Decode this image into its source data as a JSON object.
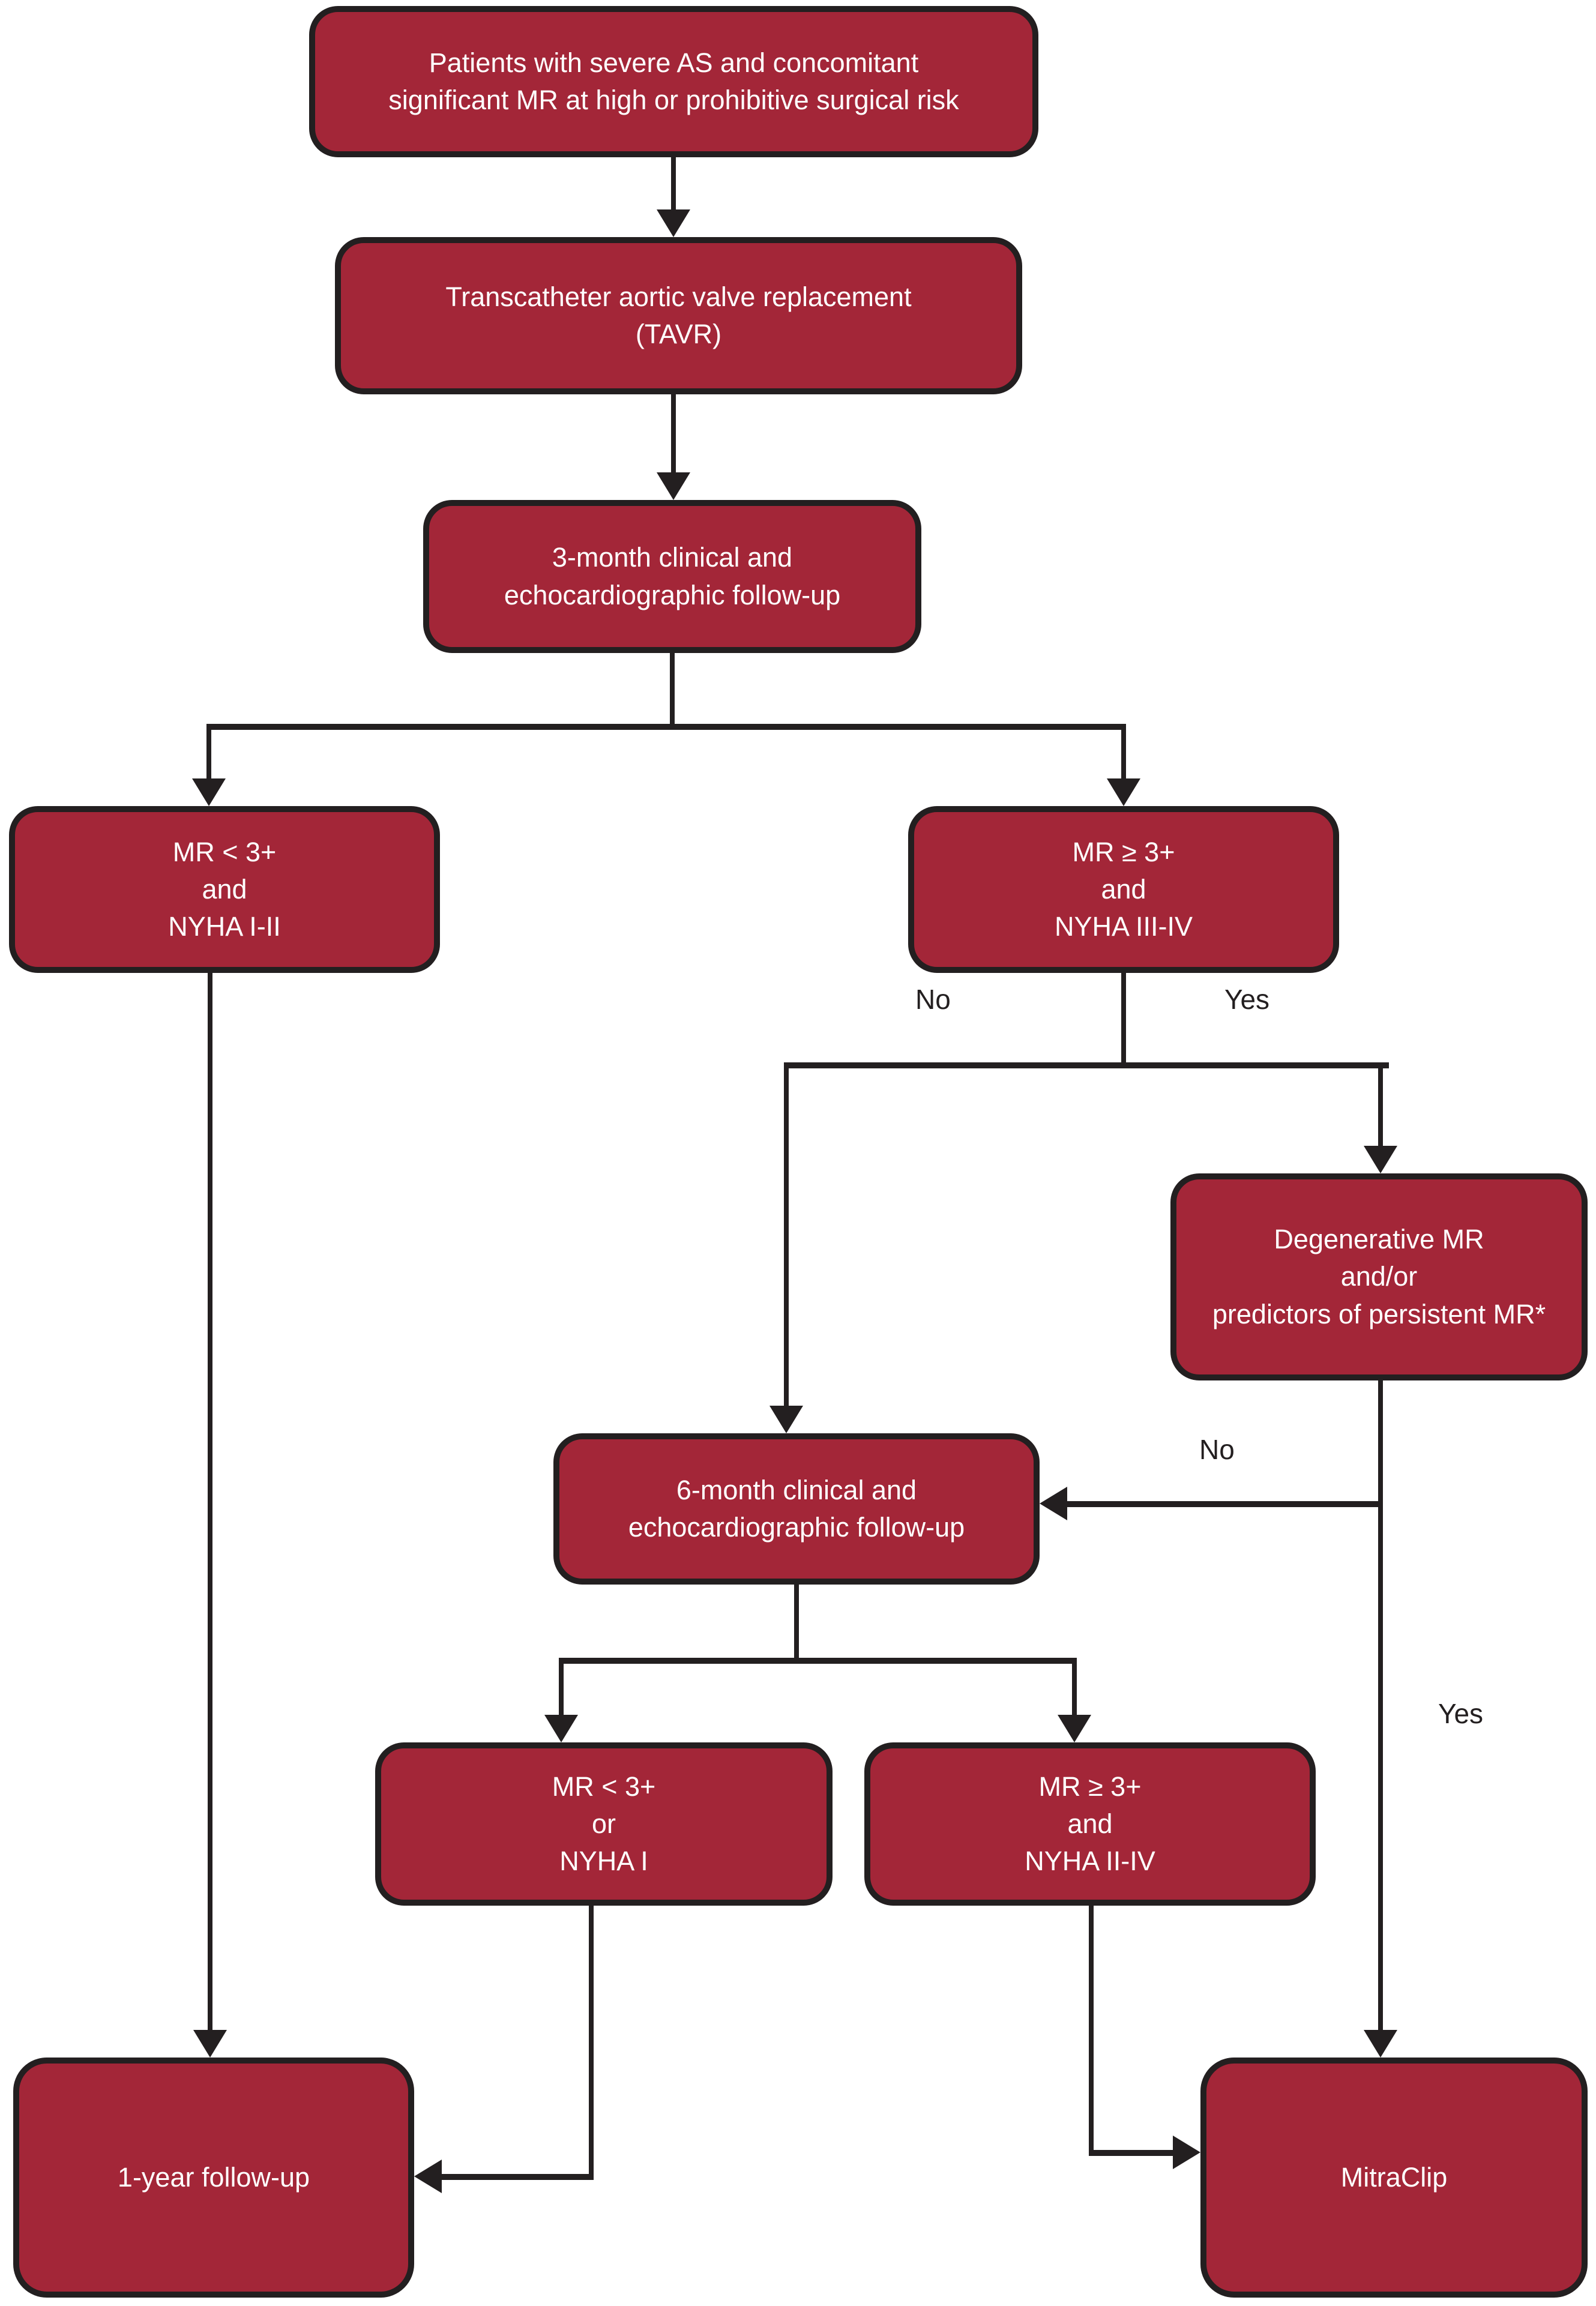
{
  "figure": {
    "background": "#FFFFFF",
    "colors": {
      "node_fill": "#A32638",
      "node_border": "#231F20",
      "connector": "#231F20",
      "node_text": "#FFFFFF",
      "edge_label_text": "#231F20"
    },
    "nodes": {
      "patients": {
        "label": "Patients with severe AS and concomitant\nsignificant MR at high or prohibitive surgical risk"
      },
      "tavr": {
        "label": "Transcatheter aortic valve replacement\n(TAVR)"
      },
      "followup3": {
        "label": "3-month clinical and\nechocardiographic follow-up"
      },
      "mr_lt3_nyha_i_ii": {
        "label": "MR < 3+\nand\nNYHA I-II"
      },
      "mr_ge3_nyha_iii_iv": {
        "label": "MR ≥ 3+\nand\nNYHA III-IV"
      },
      "degenerative": {
        "label": "Degenerative MR\nand/or\npredictors of persistent MR*"
      },
      "followup6": {
        "label": "6-month clinical and\nechocardiographic follow-up"
      },
      "mr_lt3_nyha_i": {
        "label": "MR < 3+\nor\nNYHA I"
      },
      "mr_ge3_nyha_ii_iv": {
        "label": "MR ≥ 3+\nand\nNYHA II-IV"
      },
      "one_year": {
        "label": "1-year follow-up"
      },
      "mitraclip": {
        "label": "MitraClip"
      }
    },
    "edge_labels": {
      "no_1": "No",
      "yes_1": "Yes",
      "no_2": "No",
      "yes_2": "Yes"
    }
  }
}
